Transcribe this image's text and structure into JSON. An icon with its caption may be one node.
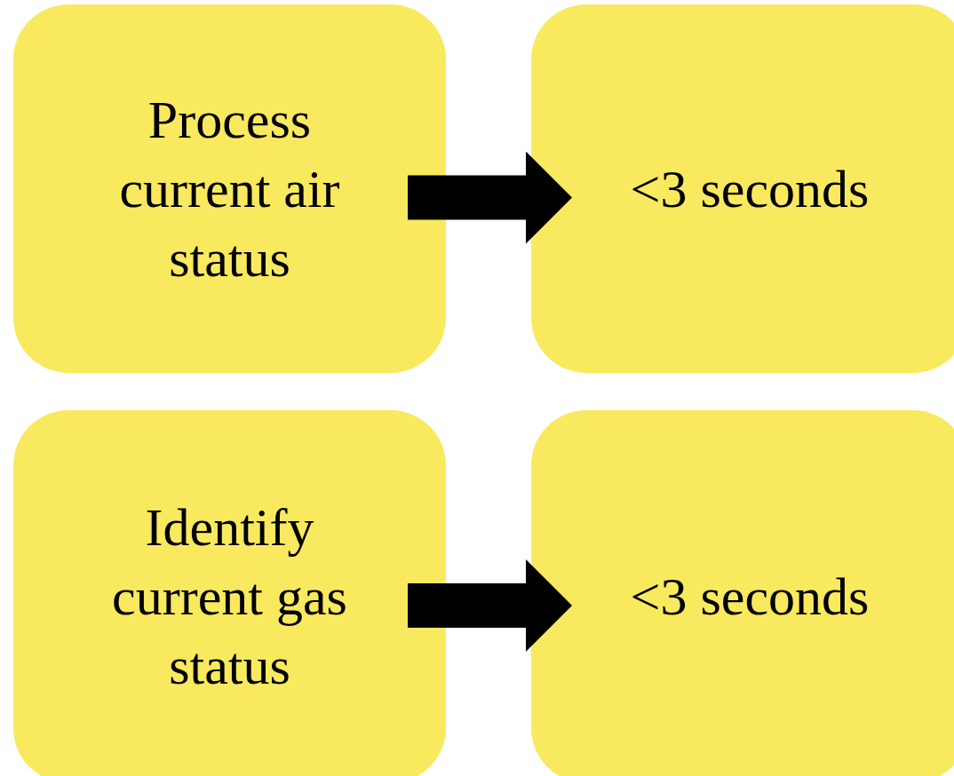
{
  "diagram": {
    "nodes": [
      {
        "text": [
          "Process current air status"
        ]
      },
      {
        "text": [
          "<3 seconds"
        ]
      },
      {
        "text": [
          "Identify current gas status"
        ]
      },
      {
        "text": [
          "<3 seconds"
        ]
      }
    ],
    "edges": [
      {
        "from": 0,
        "to": 1,
        "arrow": "to"
      },
      {
        "from": 2,
        "to": 3,
        "arrow": "to"
      }
    ]
  }
}
